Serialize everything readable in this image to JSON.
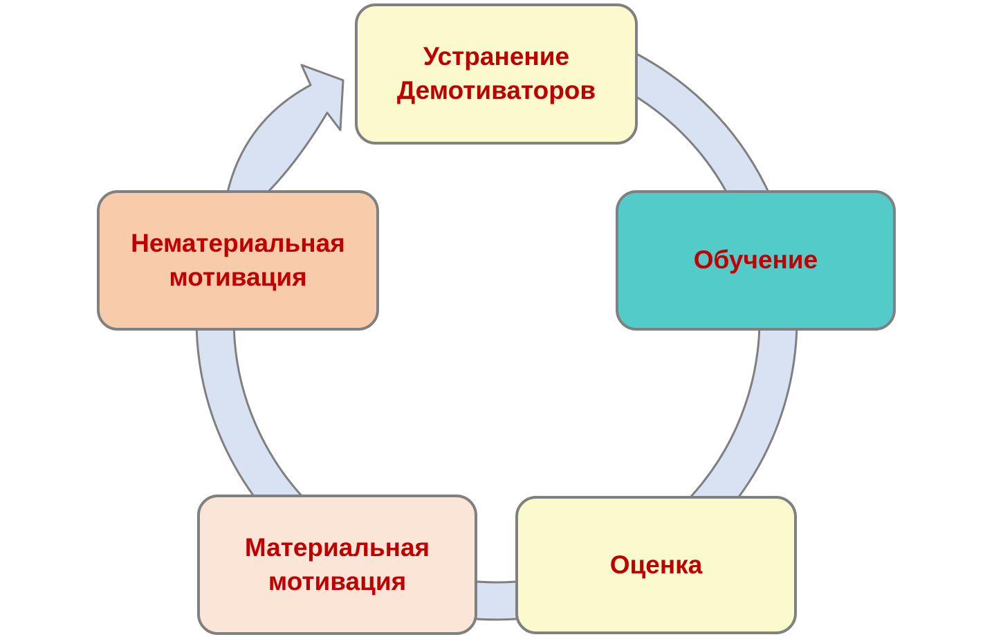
{
  "diagram": {
    "type": "cycle",
    "direction": "clockwise",
    "nodes": [
      {
        "id": "eliminate-demotivators",
        "position": "top",
        "label": "Устранение Демотиваторов",
        "fill": "#FBFACD"
      },
      {
        "id": "training",
        "position": "right",
        "label": "Обучение",
        "fill": "#53CBC9"
      },
      {
        "id": "assessment",
        "position": "bottom-right",
        "label": "Оценка",
        "fill": "#FBFACD"
      },
      {
        "id": "material-motivation",
        "position": "bottom-left",
        "label": "Материальная мотивация",
        "fill": "#FAE5D7"
      },
      {
        "id": "nonmaterial-motivation",
        "position": "left",
        "label": "Нематериальная мотивация",
        "fill": "#F8CCAA"
      }
    ],
    "colors": {
      "text": "#C00000",
      "border": "#808080",
      "band_fill": "#D9E2F2",
      "band_stroke": "#7F7F7F",
      "background": "#FFFFFF"
    }
  }
}
